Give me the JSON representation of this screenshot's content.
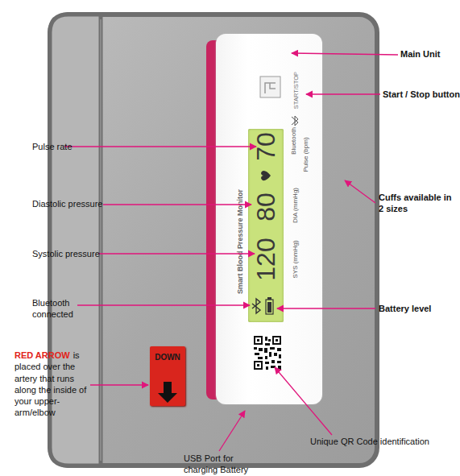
{
  "diagram": {
    "nodes": [
      {
        "text": [
          "START/STOP",
          "Bluetooth",
          "Pulse (bpm)",
          "DIA (mmHg)",
          "SYS (mmHg)",
          "Smart Blood Pressure Monitor"
        ]
      },
      {
        "text": [
          "120",
          "80",
          "70"
        ],
        "in": 0
      },
      {
        "text": [
          "DOWN"
        ]
      }
    ],
    "labels": [
      "Main Unit",
      "Start / Stop button",
      "Pulse rate",
      "Diastolic pressure",
      "Systolic pressure",
      "Bluetooth connected",
      "Cuffs available in 2 sizes",
      "Battery level",
      "RED ARROW",
      "is placed over the artery that runs along the inside of your upper-arm/elbow",
      "Unique QR Code identification",
      "USB Port for charging Battery"
    ]
  }
}
